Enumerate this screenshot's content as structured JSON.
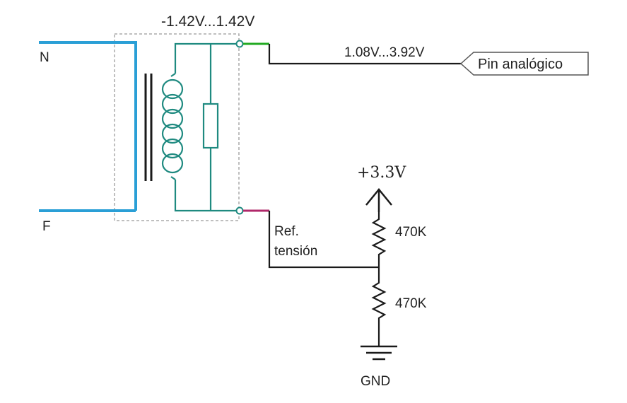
{
  "labels": {
    "line_n": "N",
    "line_f": "F",
    "secondary_range": "-1.42V...1.42V",
    "output_range": "1.08V...3.92V",
    "pin_analog": "Pin analógico",
    "supply": "+3.3V",
    "resistor_top": "470K",
    "resistor_bottom": "470K",
    "ref_line1": "Ref.",
    "ref_line2": "tensión",
    "ground": "GND"
  },
  "colors": {
    "mains_wire": "#2a9fd6",
    "transformer": "#1f8a80",
    "output_wire": "#22aa22",
    "ref_wire": "#b0286a",
    "black_wire": "#1a1a1a",
    "dashed_box": "#aaaaaa"
  }
}
